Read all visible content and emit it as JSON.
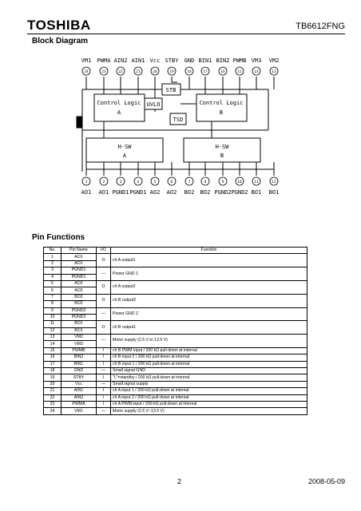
{
  "header": {
    "logo": "TOSHIBA",
    "part_number": "TB6612FNG"
  },
  "block_diagram": {
    "title": "Block Diagram",
    "top_pins": [
      {
        "name": "VM1",
        "num": "24"
      },
      {
        "name": "PWMA",
        "num": "23"
      },
      {
        "name": "AIN2",
        "num": "22"
      },
      {
        "name": "AIN1",
        "num": "21"
      },
      {
        "name": "Vcc",
        "num": "20"
      },
      {
        "name": "STBY",
        "num": "19"
      },
      {
        "name": "GND",
        "num": "18"
      },
      {
        "name": "BIN1",
        "num": "17"
      },
      {
        "name": "BIN2",
        "num": "16"
      },
      {
        "name": "PWMB",
        "num": "15"
      },
      {
        "name": "VM3",
        "num": "14"
      },
      {
        "name": "VM2",
        "num": "13"
      }
    ],
    "bottom_pins": [
      {
        "name": "AO1",
        "num": "1"
      },
      {
        "name": "AO1",
        "num": "2"
      },
      {
        "name": "PGND1",
        "num": "3"
      },
      {
        "name": "PGND1",
        "num": "4"
      },
      {
        "name": "AO2",
        "num": "5"
      },
      {
        "name": "AO2",
        "num": "6"
      },
      {
        "name": "BO2",
        "num": "7"
      },
      {
        "name": "BO2",
        "num": "8"
      },
      {
        "name": "PGND2",
        "num": "9"
      },
      {
        "name": "PGND2",
        "num": "10"
      },
      {
        "name": "BO1",
        "num": "11"
      },
      {
        "name": "BO1",
        "num": "12"
      }
    ],
    "blocks": {
      "stb": "STB",
      "ctrl_a_l1": "Control Logic",
      "ctrl_a_l2": "A",
      "uvlo": "UVLO",
      "ctrl_b_l1": "Control Logic",
      "ctrl_b_l2": "B",
      "tsd": "TSD",
      "hsw_a_l1": "H-SW",
      "hsw_a_l2": "A",
      "hsw_b_l1": "H-SW",
      "hsw_b_l2": "B"
    }
  },
  "pin_functions": {
    "title": "Pin Functions",
    "headers": [
      "No.",
      "Pin Name",
      "I/O",
      "Function"
    ],
    "rows": [
      {
        "no": "1",
        "name": "AO1",
        "io": "O",
        "func": "ch A output1",
        "span": 2
      },
      {
        "no": "2",
        "name": "AO1"
      },
      {
        "no": "3",
        "name": "PGND1",
        "io": "—",
        "func": "Power GND 1",
        "span": 2
      },
      {
        "no": "4",
        "name": "PGND1"
      },
      {
        "no": "5",
        "name": "AO2",
        "io": "O",
        "func": "ch A output2",
        "span": 2
      },
      {
        "no": "6",
        "name": "AO2"
      },
      {
        "no": "7",
        "name": "BO2",
        "io": "O",
        "func": "ch B output2",
        "span": 2
      },
      {
        "no": "8",
        "name": "BO2"
      },
      {
        "no": "9",
        "name": "PGND2",
        "io": "—",
        "func": "Power GND 2",
        "span": 2
      },
      {
        "no": "10",
        "name": "PGND2"
      },
      {
        "no": "11",
        "name": "BO1",
        "io": "O",
        "func": "ch B output1",
        "span": 2
      },
      {
        "no": "12",
        "name": "BO1"
      },
      {
        "no": "13",
        "name": "VM2",
        "io": "—",
        "func": "Motor supply (2.5 V to 13.5 V)",
        "span": 2
      },
      {
        "no": "14",
        "name": "VM3"
      },
      {
        "no": "15",
        "name": "PWMB",
        "io": "I",
        "func": "ch B PWM input / 200 kΩ pull-down at internal",
        "span": 1
      },
      {
        "no": "16",
        "name": "BIN2",
        "io": "I",
        "func": "ch B input 2 / 200 kΩ pull-down at internal",
        "span": 1
      },
      {
        "no": "17",
        "name": "BIN1",
        "io": "I",
        "func": "ch B input 1 / 200 kΩ pull-down at internal",
        "span": 1
      },
      {
        "no": "18",
        "name": "GND",
        "io": "—",
        "func": "Small signal GND",
        "span": 1
      },
      {
        "no": "19",
        "name": "STBY",
        "io": "I",
        "func": "“L”=standby / 200 kΩ pull-down at internal",
        "span": 1
      },
      {
        "no": "20",
        "name": "Vcc",
        "io": "—",
        "func": "Small signal supply",
        "span": 1
      },
      {
        "no": "21",
        "name": "AIN1",
        "io": "I",
        "func": "ch A input 1 / 200 kΩ pull-down at internal",
        "span": 1
      },
      {
        "no": "22",
        "name": "AIN2",
        "io": "I",
        "func": "ch A input 2 / 200 kΩ pull-down at internal",
        "span": 1
      },
      {
        "no": "23",
        "name": "PWMA",
        "io": "I",
        "func": "ch A PWM input / 200 kΩ pull-down at internal",
        "span": 1
      },
      {
        "no": "24",
        "name": "VM1",
        "io": "—",
        "func": "Motor supply (2.5 V~13.5 V)",
        "span": 1
      }
    ]
  },
  "footer": {
    "page": "2",
    "date": "2008-05-09"
  }
}
